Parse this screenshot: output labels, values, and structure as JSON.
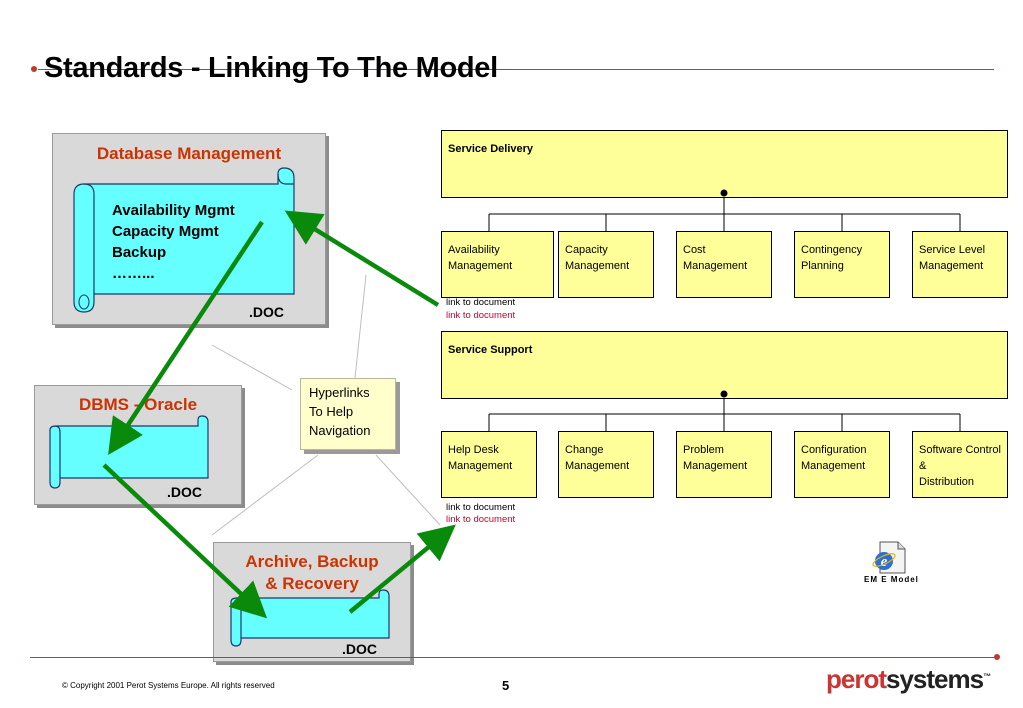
{
  "slide": {
    "title": "Standards - Linking To The Model",
    "page_number": "5",
    "copyright": "©  Copyright 2001 Perot Systems Europe.  All rights reserved",
    "logo_part1": "perot",
    "logo_part2": "systems",
    "logo_tm": "™"
  },
  "boxes": {
    "db_mgmt": {
      "title": "Database Management",
      "lines": [
        "Availability Mgmt",
        "Capacity Mgmt",
        "Backup",
        "……..."
      ],
      "doc": ".DOC"
    },
    "dbms": {
      "title": "DBMS - Oracle",
      "doc": ".DOC"
    },
    "archive": {
      "title_line1": "Archive, Backup",
      "title_line2": "& Recovery",
      "doc": ".DOC"
    }
  },
  "note": {
    "lines": [
      "Hyperlinks",
      "To Help",
      "Navigation"
    ]
  },
  "service_delivery": {
    "title": "Service Delivery",
    "children": [
      {
        "line1": "Availability",
        "line2": "Management"
      },
      {
        "line1": "Capacity",
        "line2": "Management"
      },
      {
        "line1": "Cost Management",
        "line2": ""
      },
      {
        "line1": "Contingency",
        "line2": "Planning"
      },
      {
        "line1": "Service Level",
        "line2": "Management"
      }
    ],
    "link1": "link to document",
    "link2": "link to document"
  },
  "service_support": {
    "title": "Service Support",
    "children": [
      {
        "line1": "Help Desk",
        "line2": "Management"
      },
      {
        "line1": "Change",
        "line2": "Management"
      },
      {
        "line1": "Problem",
        "line2": "Management"
      },
      {
        "line1": "Configuration",
        "line2": "Management"
      },
      {
        "line1": "Software Control &",
        "line2": "Distribution"
      }
    ],
    "link1": "link to document",
    "link2": "link to document"
  },
  "eme": {
    "label": "EM E Model",
    "icon": "internet-explorer-document-icon"
  },
  "colors": {
    "accent": "#c0392b",
    "box_title": "#cc3300",
    "yellow": "#ffff99",
    "cyan": "#66ffff",
    "arrow": "#0a8a0a",
    "link_red": "#cc0033"
  }
}
